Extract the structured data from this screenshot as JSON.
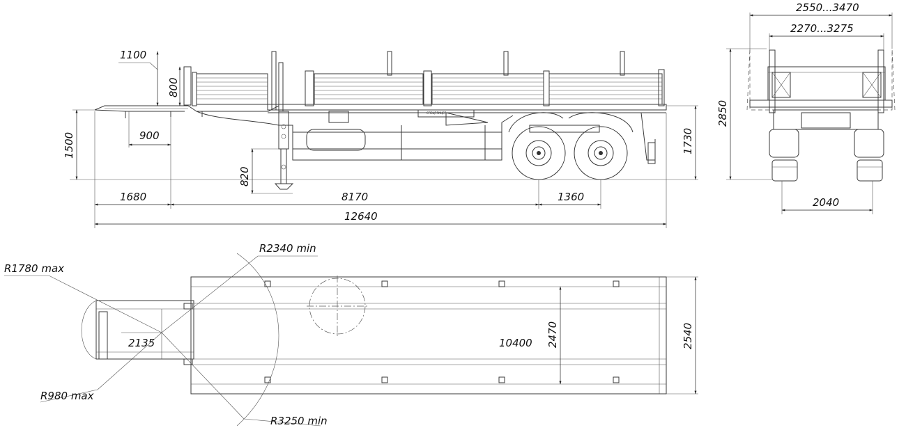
{
  "side_view": {
    "dims": {
      "stake_top": "1100",
      "side_board": "800",
      "coupler_height": "1500",
      "kingpin_offset": "900",
      "landing_gear": "820",
      "front_overhang": "1680",
      "wheelbase_main": "8170",
      "axle_spread": "1360",
      "overall_length": "12640",
      "deck_height": "1730"
    },
    "maker_label": "СПЕЦПРИЦЕП"
  },
  "rear_view": {
    "dims": {
      "stake_width": "2550...3470",
      "inner_width": "2270...3275",
      "overall_height": "2850",
      "track": "2040"
    }
  },
  "plan_view": {
    "dims": {
      "r_turn_min": "R2340 min",
      "r_front_max": "R1780 max",
      "r_kingpin_max": "R980 max",
      "r_swing_min": "R3250 min",
      "kingpin_setback": "2135",
      "platform_length": "10400",
      "inner_width": "2470",
      "overall_width": "2540"
    }
  }
}
